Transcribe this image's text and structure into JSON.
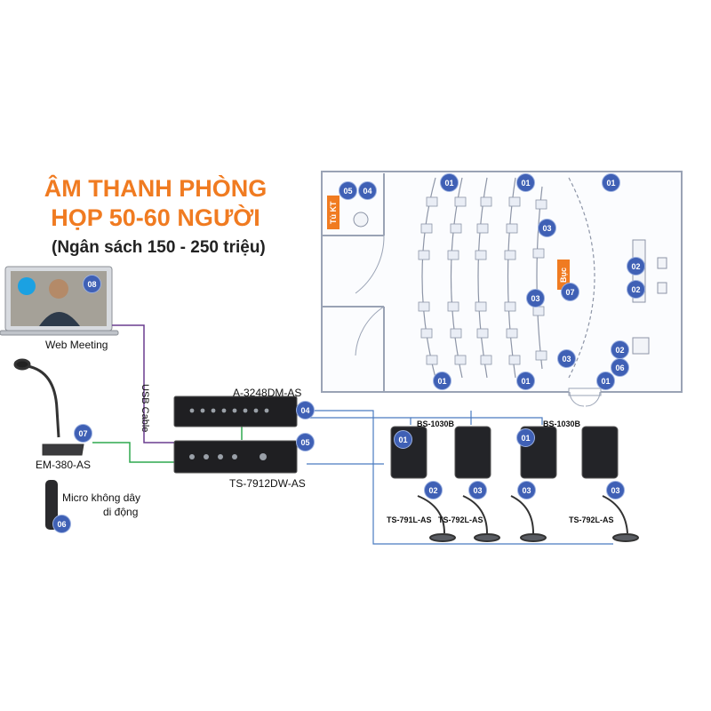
{
  "title": {
    "line1": "ÂM THANH PHÒNG",
    "line2": "HỌP 50-60 NGƯỜI",
    "budget": "(Ngân sách 150 - 250 triệu)"
  },
  "floorplan": {
    "cabinet_label": "Tủ KT",
    "podium_label": "Bục"
  },
  "devices": {
    "laptop_label": "Web Meeting",
    "usb_label": "USB Cable",
    "mixer_amp": "A-3248DM-AS",
    "wireless_receiver": "TS-7912DW-AS",
    "gooseneck_mic": "EM-380-AS",
    "handheld_mic_line1": "Micro không dây",
    "handheld_mic_line2": "di động",
    "speaker_a": "BS-1030B",
    "speaker_b": "BS-1030B",
    "conf_mic_1": "TS-791L-AS",
    "conf_mic_2": "TS-792L-AS",
    "conf_mic_3": "TS-792L-AS"
  },
  "badges": {
    "b01": "01",
    "b02": "02",
    "b03": "03",
    "b04": "04",
    "b05": "05",
    "b06": "06",
    "b07": "07",
    "b08": "08"
  },
  "colors": {
    "title_orange": "#f07b21",
    "badge_blue": "#3f60b5",
    "line_purple": "#6a3d8f",
    "line_green": "#2fa84f",
    "line_blue": "#4a7bc0"
  }
}
